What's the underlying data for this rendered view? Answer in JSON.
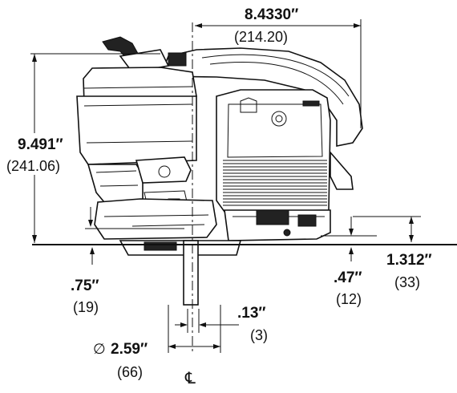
{
  "dimensions": {
    "width": {
      "inches": "8.4330″",
      "mm": "(214.20)"
    },
    "height": {
      "inches": "9.491″",
      "mm": "(241.06)"
    },
    "base_offset_left": {
      "inches": ".75″",
      "mm": "(19)"
    },
    "base_offset_right": {
      "inches": ".47″",
      "mm": "(12)"
    },
    "mount_height": {
      "inches": "1.312″",
      "mm": "(33)"
    },
    "shaft_offset": {
      "inches": ".13″",
      "mm": "(3)"
    },
    "shaft_diameter": {
      "symbol": "∅",
      "inches": "2.59″",
      "mm": "(66)"
    }
  },
  "centerline": {
    "symbol": "℄"
  }
}
